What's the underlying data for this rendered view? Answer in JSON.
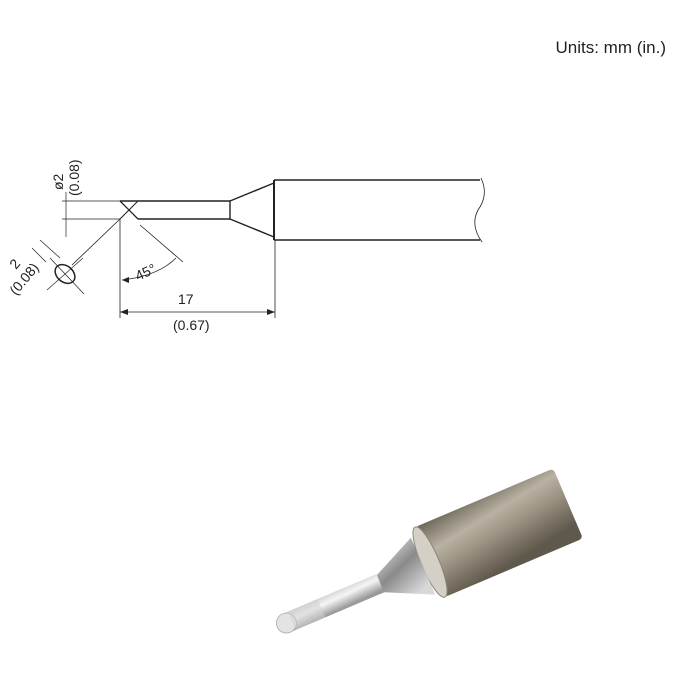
{
  "header": {
    "units_label": "Units: mm (in.)"
  },
  "drawing": {
    "tip_diameter": {
      "mm": "ø2",
      "in": "(0.08)"
    },
    "tip_face_width": {
      "mm": "2",
      "in": "(0.08)"
    },
    "bevel_angle": "45°",
    "tip_length": {
      "mm": "17",
      "in": "(0.67)"
    }
  },
  "photo": {
    "description": "soldering tip product photo"
  },
  "colors": {
    "line": "#222222",
    "metal_light": "#e6e6e6",
    "metal_dark": "#8a8275",
    "barrel": "#a79f90"
  }
}
